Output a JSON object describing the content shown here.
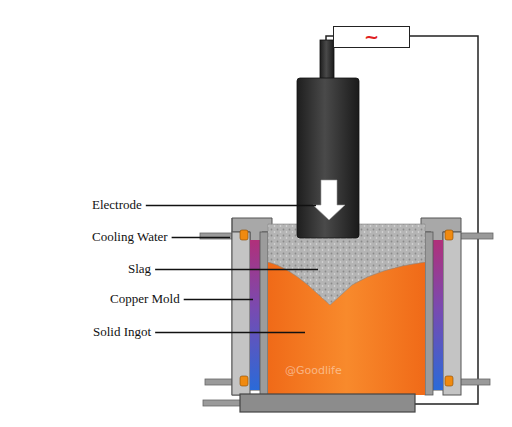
{
  "diagram": {
    "nodes": [
      {
        "text": [
          "~"
        ]
      }
    ],
    "labels": [
      "Electrode",
      "Cooling Water",
      "Slag",
      "Copper Mold",
      "Solid Ingot",
      "@Goodlife"
    ]
  }
}
